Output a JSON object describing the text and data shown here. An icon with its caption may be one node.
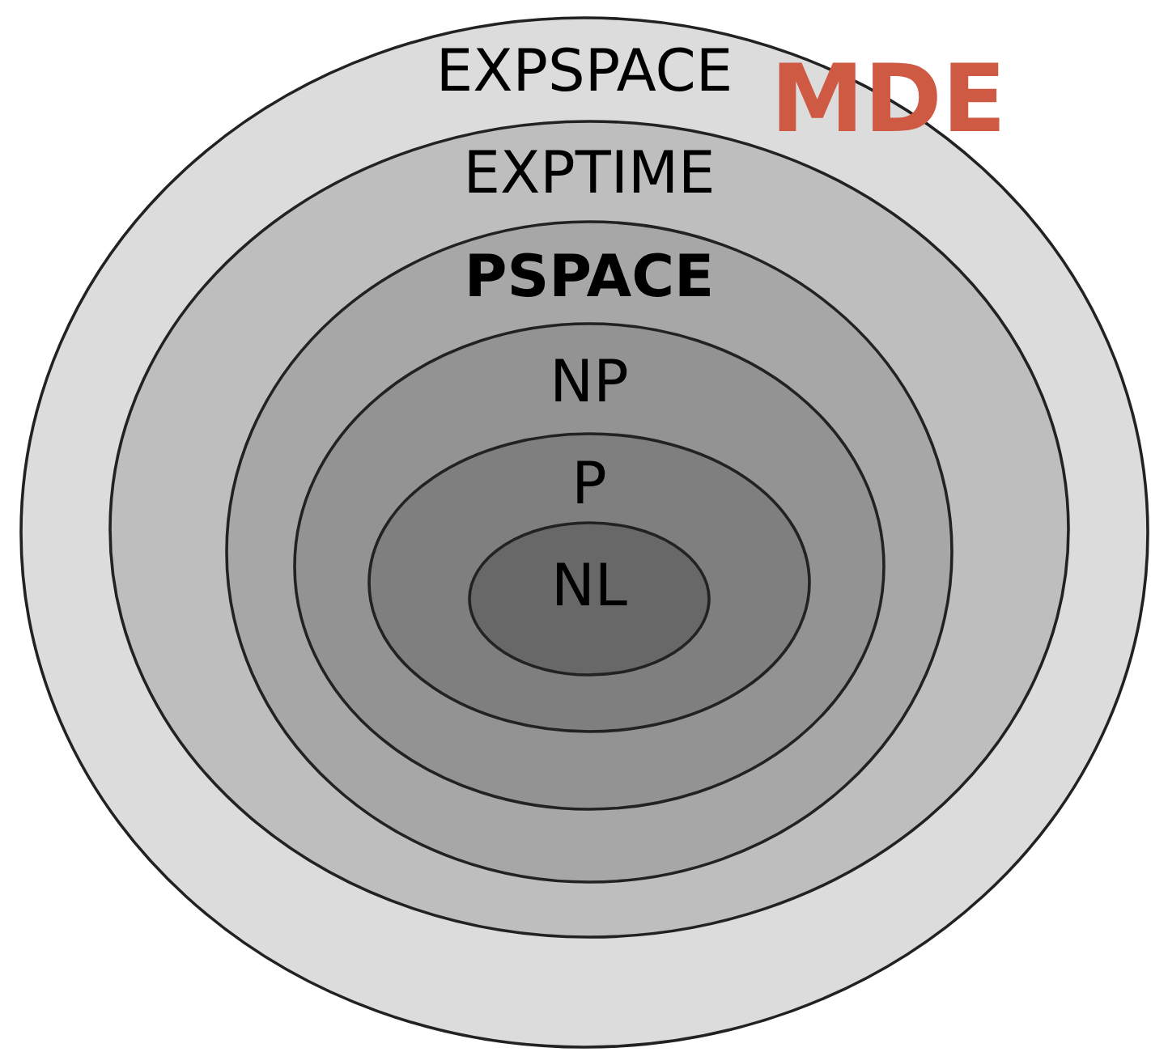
{
  "diagram": {
    "nodes": [
      {
        "text": [
          "EXPSPACE"
        ]
      },
      {
        "text": [
          "EXPTIME"
        ],
        "in": 0
      },
      {
        "text": [
          "PSPACE"
        ],
        "in": 1
      },
      {
        "text": [
          "NP"
        ],
        "in": 2
      },
      {
        "text": [
          "P"
        ],
        "in": 3
      },
      {
        "text": [
          "NL"
        ],
        "in": 4
      }
    ],
    "labels": [
      "MDE"
    ]
  }
}
